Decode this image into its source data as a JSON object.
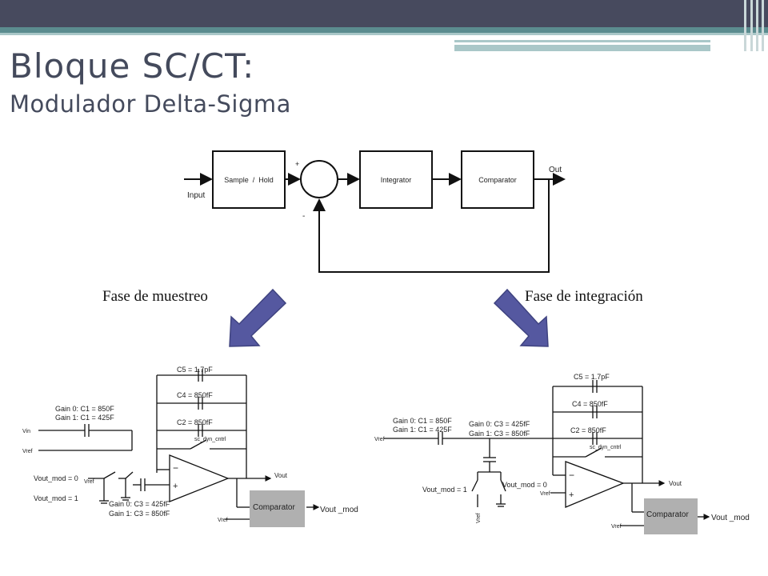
{
  "slide": {
    "title": "Bloque SC/CT:",
    "subtitle": "Modulador Delta-Sigma",
    "colors": {
      "header_bar": "#474a5e",
      "accent_teal": "#5b8c8f",
      "arrow_fill": "#5558a0",
      "comparator_fill": "#b0b0b0"
    }
  },
  "block_diagram": {
    "input": "Input",
    "output": "Out",
    "sample_hold": "Sample  /  Hold",
    "integrator": "Integrator",
    "comparator": "Comparator",
    "plus": "+",
    "minus": "-"
  },
  "phases": {
    "left": "Fase de muestreo",
    "right": "Fase de integración"
  },
  "circuit_left": {
    "c5": "C5 = 1.7pF",
    "c4": "C4 = 850fF",
    "c2": "C2 = 850fF",
    "switch": "sc_dyn_cntrl",
    "gain0_c1": "Gain 0: C1 = 850F",
    "gain1_c1": "Gain 1: C1 = 425F",
    "vin": "Vin",
    "vref": "Vref",
    "vout_mod0": "Vout_mod = 0",
    "vout_mod1": "Vout_mod = 1",
    "vref_sw": "Vref",
    "gain0_c3": "Gain 0: C3 = 425fF",
    "gain1_c3": "Gain 1: C3 = 850fF",
    "vout": "Vout",
    "comparator": "Comparator",
    "vout_mod": "Vout _mod",
    "vref_comp": "Vref",
    "opamp_minus": "−",
    "opamp_plus": "+"
  },
  "circuit_right": {
    "c5": "C5 = 1.7pF",
    "c4": "C4 = 850fF",
    "c2": "C2 = 850fF",
    "switch": "sc_dyn_cntrl",
    "gain0_c1": "Gain 0: C1 = 850F",
    "gain1_c1": "Gain 1: C1 = 425F",
    "gain0_c3": "Gain 0: C3 = 425fF",
    "gain1_c3": "Gain 1: C3 = 850fF",
    "vref": "Vref",
    "vout_mod1": "Vout_mod = 1",
    "vout_mod0": "Vout_mod = 0",
    "vref_bottom": "Vref",
    "vref_opamp": "Vref",
    "vout": "Vout",
    "comparator": "Comparator",
    "vout_mod": "Vout _mod",
    "vref_comp": "Vref",
    "opamp_minus": "−",
    "opamp_plus": "+"
  }
}
